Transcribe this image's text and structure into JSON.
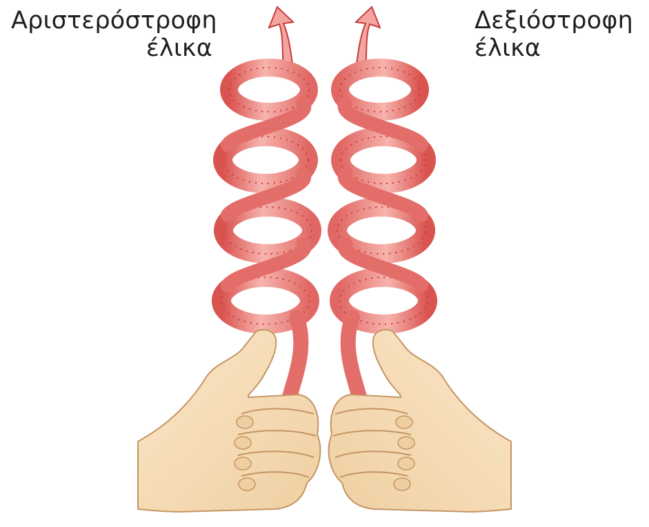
{
  "labels": {
    "left": {
      "line1": "Αριστερόστροφη",
      "line2": "έλικα"
    },
    "right": {
      "line1": "Δεξιόστροφη",
      "line2": "έλικα"
    }
  },
  "colors": {
    "ribbon_front": "#f3a5a0",
    "ribbon_back": "#d9534f",
    "ribbon_edge": "#c93a3a",
    "skin": "#f6dcb6",
    "skin_shadow": "#e5bf92",
    "skin_outline": "#c49564"
  },
  "helix": {
    "left": {
      "handedness": "left",
      "turns": 4
    },
    "right": {
      "handedness": "right",
      "turns": 4
    }
  }
}
